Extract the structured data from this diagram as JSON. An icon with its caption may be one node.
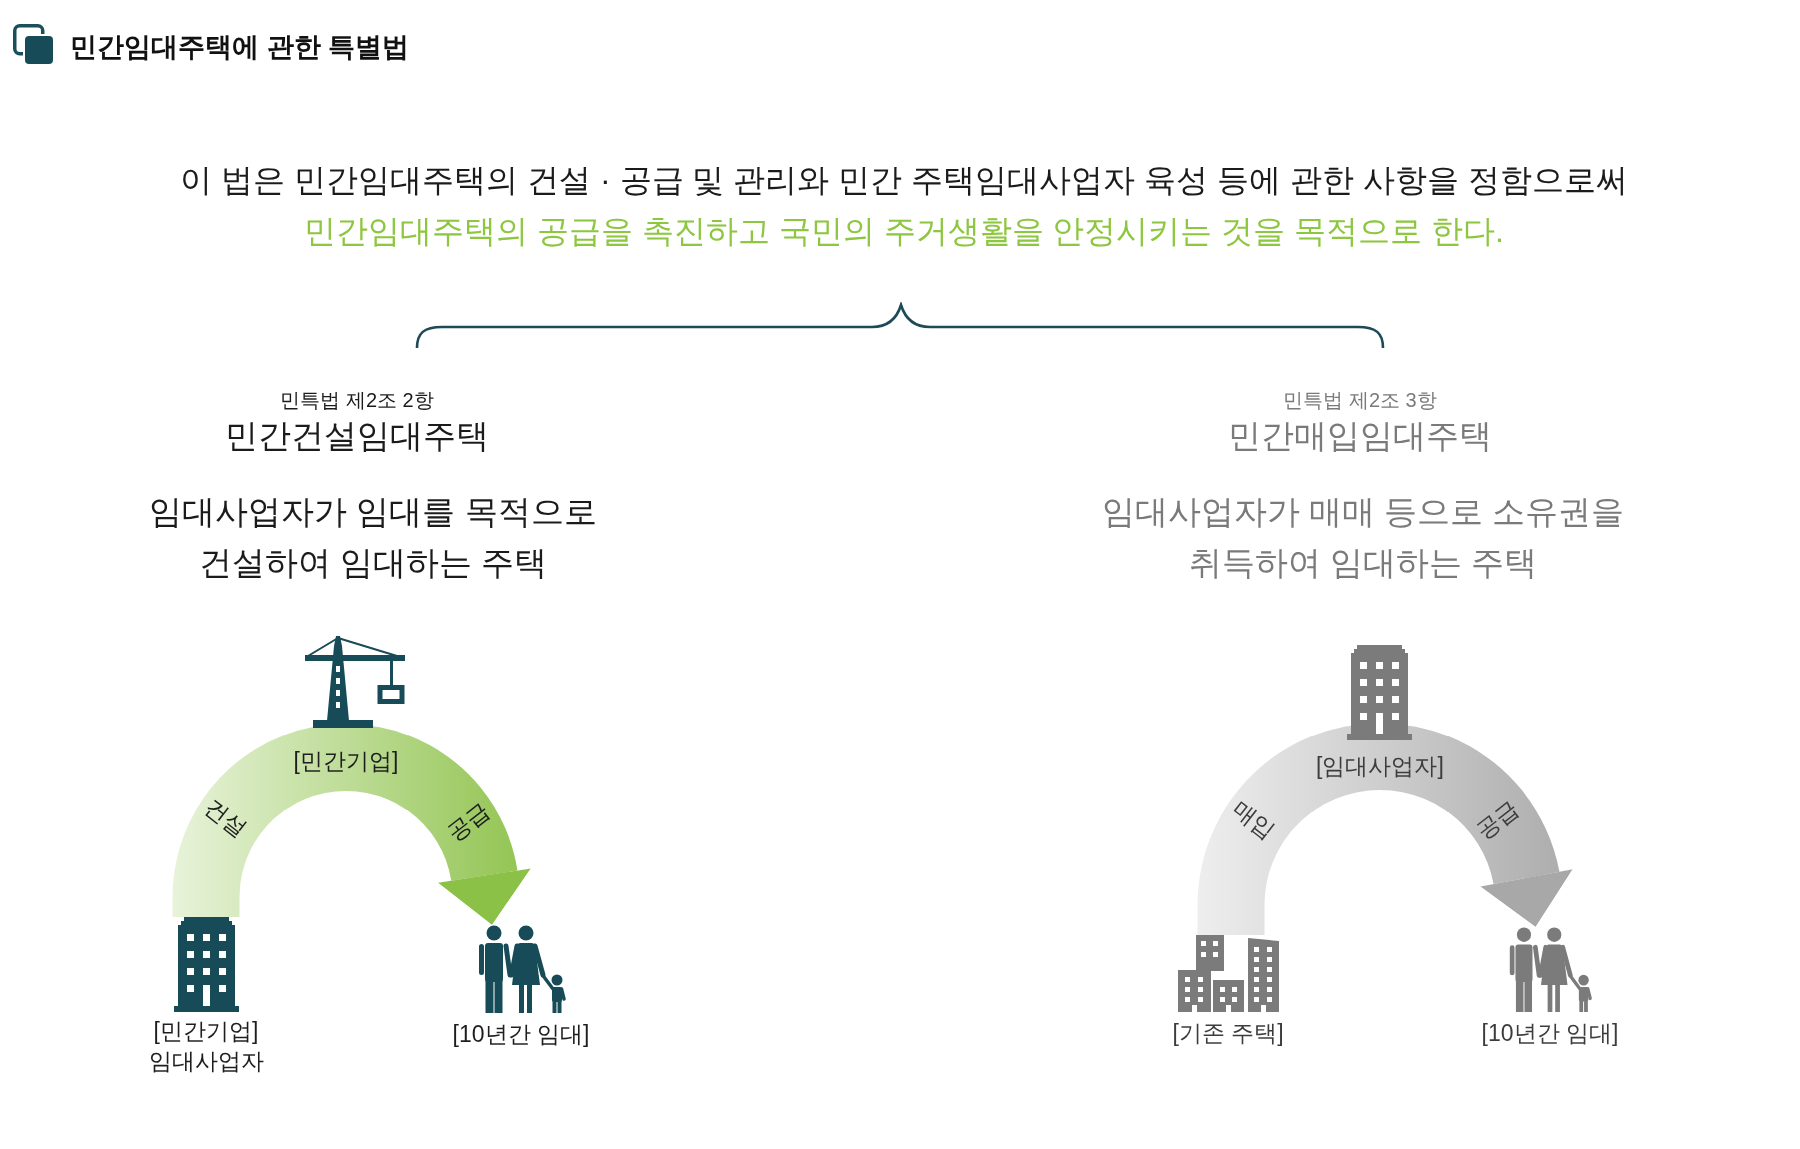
{
  "diagram": {
    "title": "민간임대주택에 관한 특별법",
    "nodes": [
      {
        "text": [
          "[민간기업] 임대사업자"
        ]
      },
      {
        "text": [
          "[민간기업]"
        ]
      },
      {
        "text": [
          "[10년간 임대]"
        ]
      },
      {
        "text": [
          "[기존 주택]"
        ]
      },
      {
        "text": [
          "[임대사업자]"
        ]
      },
      {
        "text": [
          "[10년간 임대]"
        ]
      }
    ],
    "edges": [
      {
        "from": 0,
        "to": 1,
        "arrow": "none",
        "label": "건설",
        "color": "#8cc148"
      },
      {
        "from": 1,
        "to": 2,
        "arrow": "to",
        "label": "공급",
        "color": "#8cc148"
      },
      {
        "from": 3,
        "to": 4,
        "arrow": "none",
        "label": "매입",
        "color": "#a8a8a8"
      },
      {
        "from": 4,
        "to": 5,
        "arrow": "to",
        "label": "공급",
        "color": "#a8a8a8"
      }
    ],
    "labels": [
      "이 법은 민간임대주택의 건설 · 공급 및 관리와 민간 주택임대사업자 육성 등에 관한 사항을 정함으로써",
      "민간임대주택의 공급을 촉진하고 국민의 주거생활을 안정시키는 것을 목적으로 한다.",
      "민특법 제2조 2항",
      "민간건설임대주택",
      "임대사업자가 임대를 목적으로 건설하여 임대하는 주택",
      "민특법 제2조 3항",
      "민간매입임대주택",
      "임대사업자가 매매 등으로 소유권을 취득하여 임대하는 주택"
    ]
  }
}
